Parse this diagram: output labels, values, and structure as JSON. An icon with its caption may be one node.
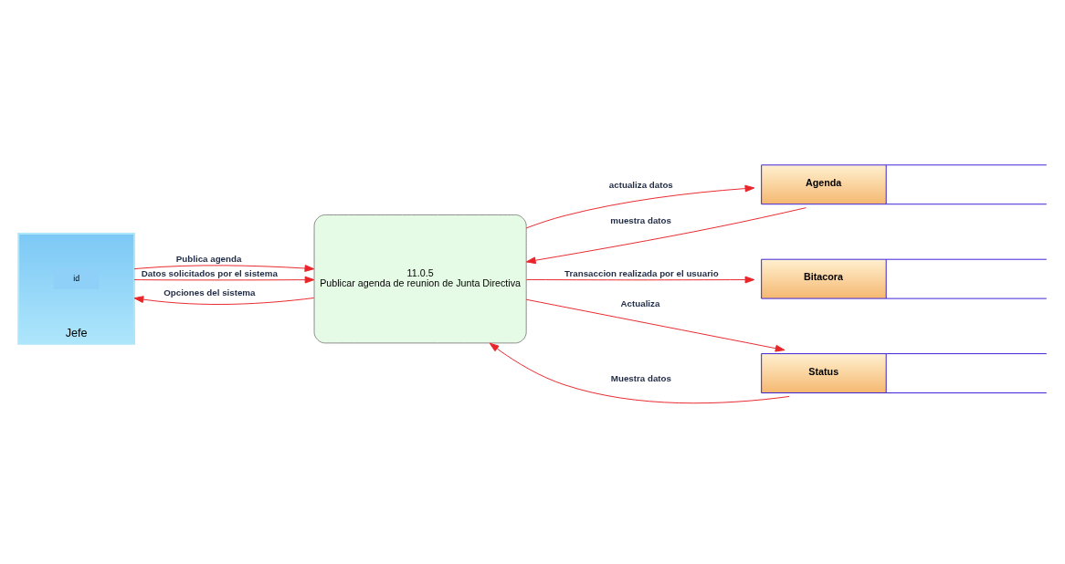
{
  "diagram": {
    "nodes": [
      {
        "text": [
          "Jefe"
        ]
      },
      {
        "text": [
          "id"
        ],
        "in": 0
      },
      {
        "text": [
          "11.0.5",
          "Publicar agenda de reunion de Junta Directiva"
        ]
      },
      {
        "text": [
          "Agenda"
        ]
      },
      {
        "text": [
          "Bitacora"
        ]
      },
      {
        "text": [
          "Status"
        ]
      }
    ],
    "edges": [
      {
        "from": 0,
        "to": 2,
        "arrow": "to",
        "label": "Publica agenda"
      },
      {
        "from": 0,
        "to": 2,
        "arrow": "to",
        "label": "Datos solicitados por el sistema"
      },
      {
        "from": 2,
        "to": 0,
        "arrow": "to",
        "label": "Opciones del sistema"
      },
      {
        "from": 2,
        "to": 3,
        "arrow": "to",
        "label": "actualiza datos"
      },
      {
        "from": 3,
        "to": 2,
        "arrow": "to",
        "label": "muestra datos"
      },
      {
        "from": 2,
        "to": 4,
        "arrow": "to",
        "label": "Transaccion realizada por el usuario"
      },
      {
        "from": 5,
        "to": 2,
        "arrow": "to",
        "label": "Muestra datos"
      },
      {
        "from": 2,
        "to": 5,
        "arrow": "to",
        "label": "Actualiza"
      }
    ]
  }
}
